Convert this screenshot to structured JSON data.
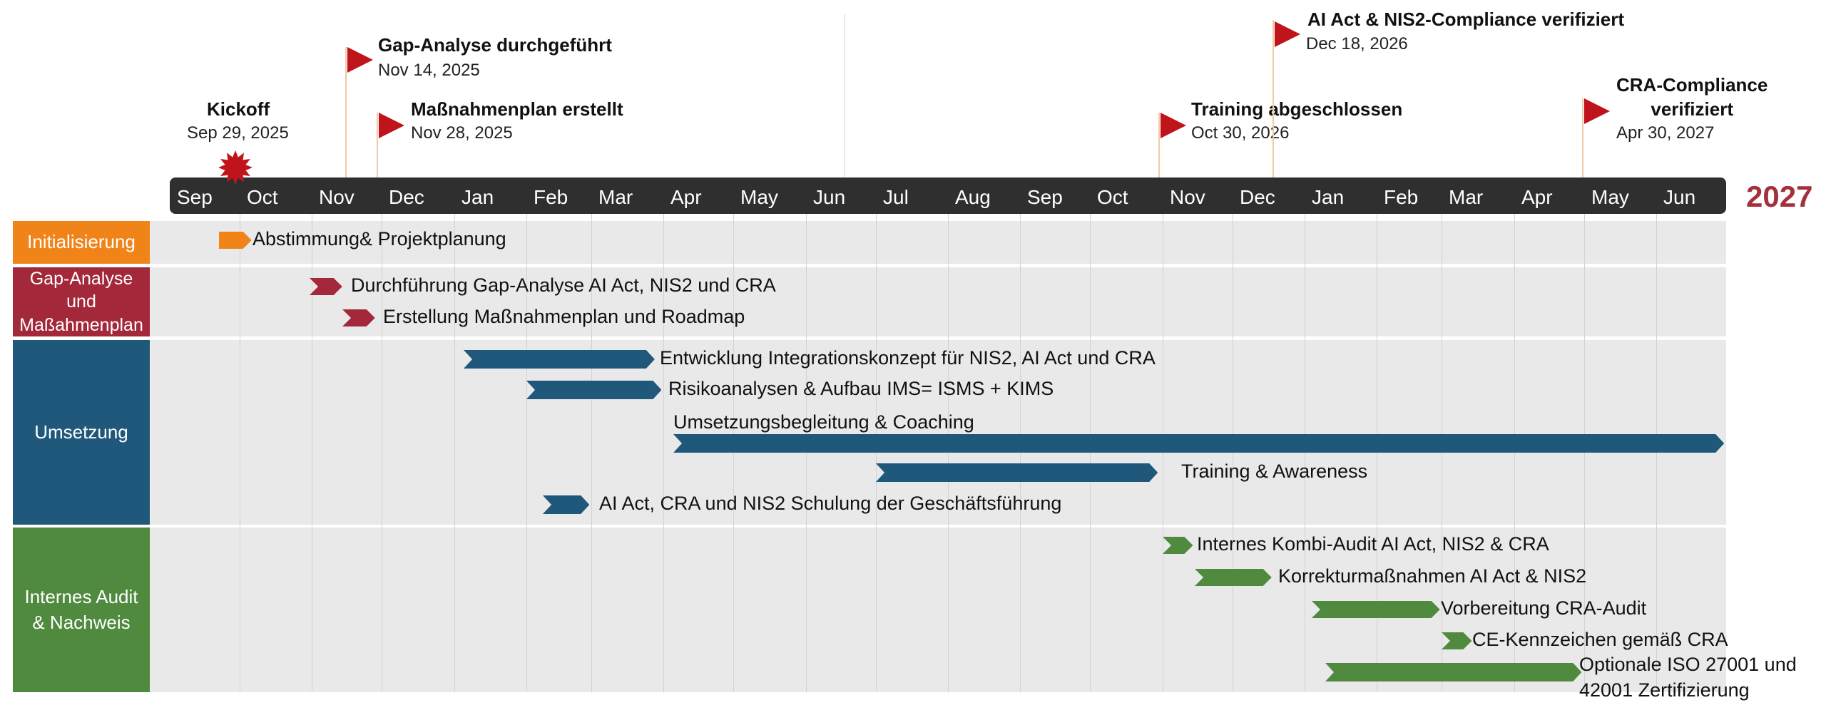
{
  "chart_data": {
    "type": "gantt",
    "year_marker": "2027",
    "months": [
      "Sep",
      "Oct",
      "Nov",
      "Dec",
      "Jan",
      "Feb",
      "Mar",
      "Apr",
      "May",
      "Jun",
      "Jul",
      "Aug",
      "Sep",
      "Oct",
      "Nov",
      "Dec",
      "Jan",
      "Feb",
      "Mar",
      "Apr",
      "May",
      "Jun"
    ],
    "colors": {
      "timeline_bar": "#2f2f2f",
      "year_marker": "#a3303c",
      "milestone_flag": "#c0141c",
      "kickoff_marker": "#c0141c",
      "lane_background": "#e9e9e9"
    },
    "milestones": [
      {
        "title": "Kickoff",
        "date": "Sep 29, 2025",
        "icon": "starburst-icon"
      },
      {
        "title": "Gap-Analyse durchgeführt",
        "date": "Nov 14, 2025",
        "icon": "flag-icon"
      },
      {
        "title": "Maßnahmenplan erstellt",
        "date": "Nov 28, 2025",
        "icon": "flag-icon"
      },
      {
        "title": "Training abgeschlossen",
        "date": "Oct 30, 2026",
        "icon": "flag-icon"
      },
      {
        "title": "AI Act & NIS2-Compliance verifiziert",
        "date": "Dec 18, 2026",
        "icon": "flag-icon"
      },
      {
        "title_lines": [
          "CRA-Compliance",
          "verifiziert"
        ],
        "date": "Apr 30, 2027",
        "icon": "flag-icon"
      }
    ],
    "lanes": [
      {
        "name_lines": [
          "Initialisierung"
        ],
        "color": "#f08419"
      },
      {
        "name_lines": [
          "Gap-Analyse",
          "und",
          "Maßahmenplan"
        ],
        "color": "#a3283a"
      },
      {
        "name_lines": [
          "Umsetzung"
        ],
        "color": "#1f587a"
      },
      {
        "name_lines": [
          "Internes Audit",
          "& Nachweis"
        ],
        "color": "#4f8a3f"
      }
    ],
    "tasks": [
      {
        "lane": 0,
        "label": "Abstimmung& Projektplanung",
        "start": "2025-09-22",
        "end": "2025-10-06"
      },
      {
        "lane": 1,
        "label": "Durchführung Gap-Analyse AI Act,  NIS2 und CRA",
        "start": "2025-10-31",
        "end": "2025-11-14"
      },
      {
        "lane": 1,
        "label": "Erstellung Maßnahmenplan und Roadmap",
        "start": "2025-11-14",
        "end": "2025-11-28"
      },
      {
        "lane": 2,
        "label": "Entwicklung Integrationskonzept für NIS2, AI Act und CRA",
        "start": "2026-01-05",
        "end": "2026-03-28"
      },
      {
        "lane": 2,
        "label": "Risikoanalysen & Aufbau IMS= ISMS + KIMS",
        "start": "2026-02-01",
        "end": "2026-03-31"
      },
      {
        "lane": 2,
        "label": "Umsetzungsbegleitung & Coaching",
        "start": "2026-04-05",
        "end": "2027-06-30"
      },
      {
        "lane": 2,
        "label": "Training & Awareness",
        "start": "2026-07-01",
        "end": "2026-10-30"
      },
      {
        "lane": 2,
        "label": "AI Act, CRA und NIS2 Schulung der Geschäftsführung",
        "start": "2026-02-08",
        "end": "2026-02-28"
      },
      {
        "lane": 3,
        "label": "Internes Kombi-Audit AI Act, NIS2 & CRA",
        "start": "2026-11-01",
        "end": "2026-11-14"
      },
      {
        "lane": 3,
        "label": "Korrekturmaßnahmen AI Act & NIS2",
        "start": "2026-11-15",
        "end": "2026-12-18"
      },
      {
        "lane": 3,
        "label": "Vorbereitung CRA-Audit",
        "start": "2027-01-04",
        "end": "2027-02-28"
      },
      {
        "lane": 3,
        "label": "CE-Kennzeichen gemäß CRA",
        "start": "2027-03-01",
        "end": "2027-03-14"
      },
      {
        "lane": 3,
        "label_lines": [
          "Optionale ISO 27001 und",
          "42001 Zertifizierung"
        ],
        "start": "2027-01-10",
        "end": "2027-04-30"
      }
    ]
  }
}
